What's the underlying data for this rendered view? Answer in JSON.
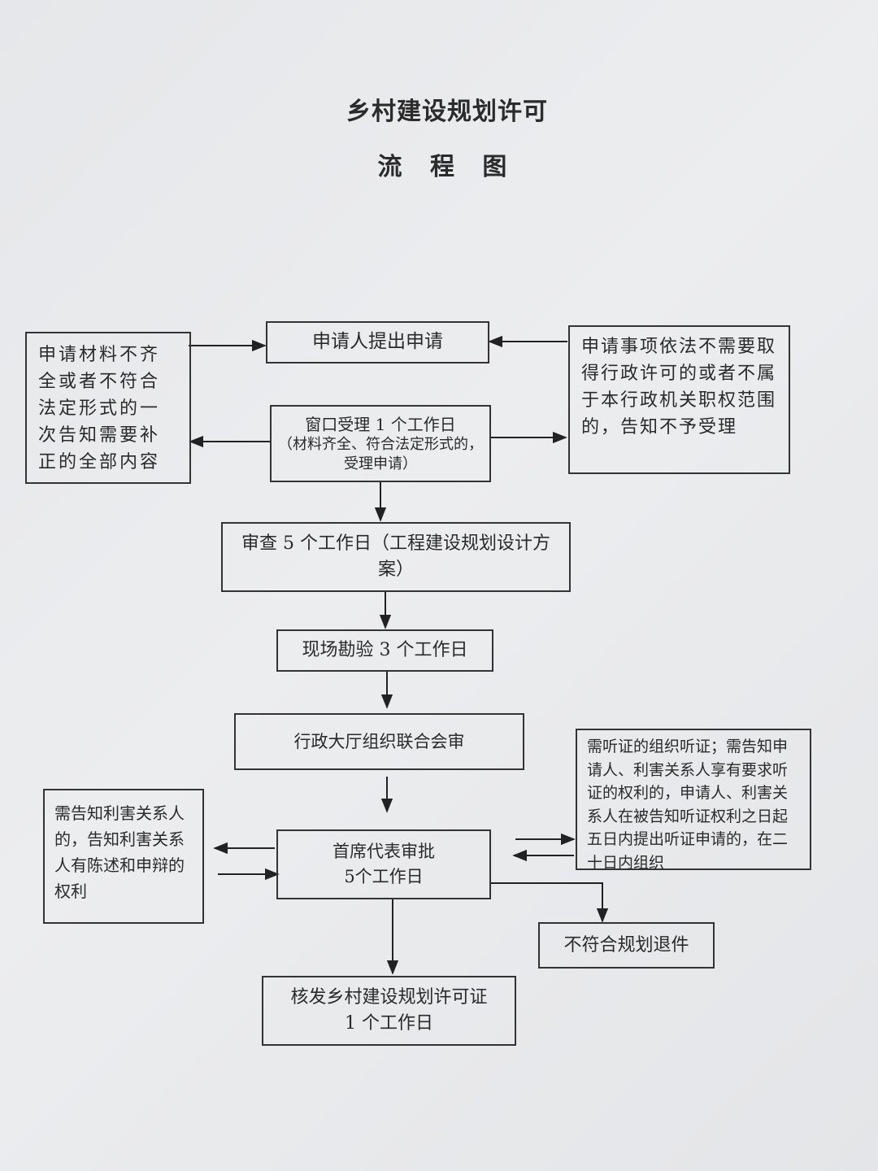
{
  "title": "乡村建设规划许可",
  "subtitle": "流 程 图",
  "nodes": {
    "apply": "申请人提出申请",
    "incomplete": "申请材料不齐全或者不符合法定形式的一次告知需要补正的全部内容",
    "window_line1": "窗口受理 1 个工作日",
    "window_line2": "（材料齐全、符合法定形式的，受理申请）",
    "not_needed": "申请事项依法不需要取得行政许可的或者不属于本行政机关职权范围的，告知不予受理",
    "review": "审查 5 个工作日（工程建设规划设计方案）",
    "survey": "现场勘验 3 个工作日",
    "joint_review": "行政大厅组织联合会审",
    "notify_parties": "需告知利害关系人的，告知利害关系人有陈述和申辩的权利",
    "chief_line1": "首席代表审批",
    "chief_line2": "5个工作日",
    "hearing": "需听证的组织听证；需告知申请人、利害关系人享有要求听证的权利的，申请人、利害关系人在被告知听证权利之日起五日内提出听证申请的，在二十日内组织",
    "reject": "不符合规划退件",
    "issue_line1": "核发乡村建设规划许可证",
    "issue_line2": "1 个工作日"
  }
}
